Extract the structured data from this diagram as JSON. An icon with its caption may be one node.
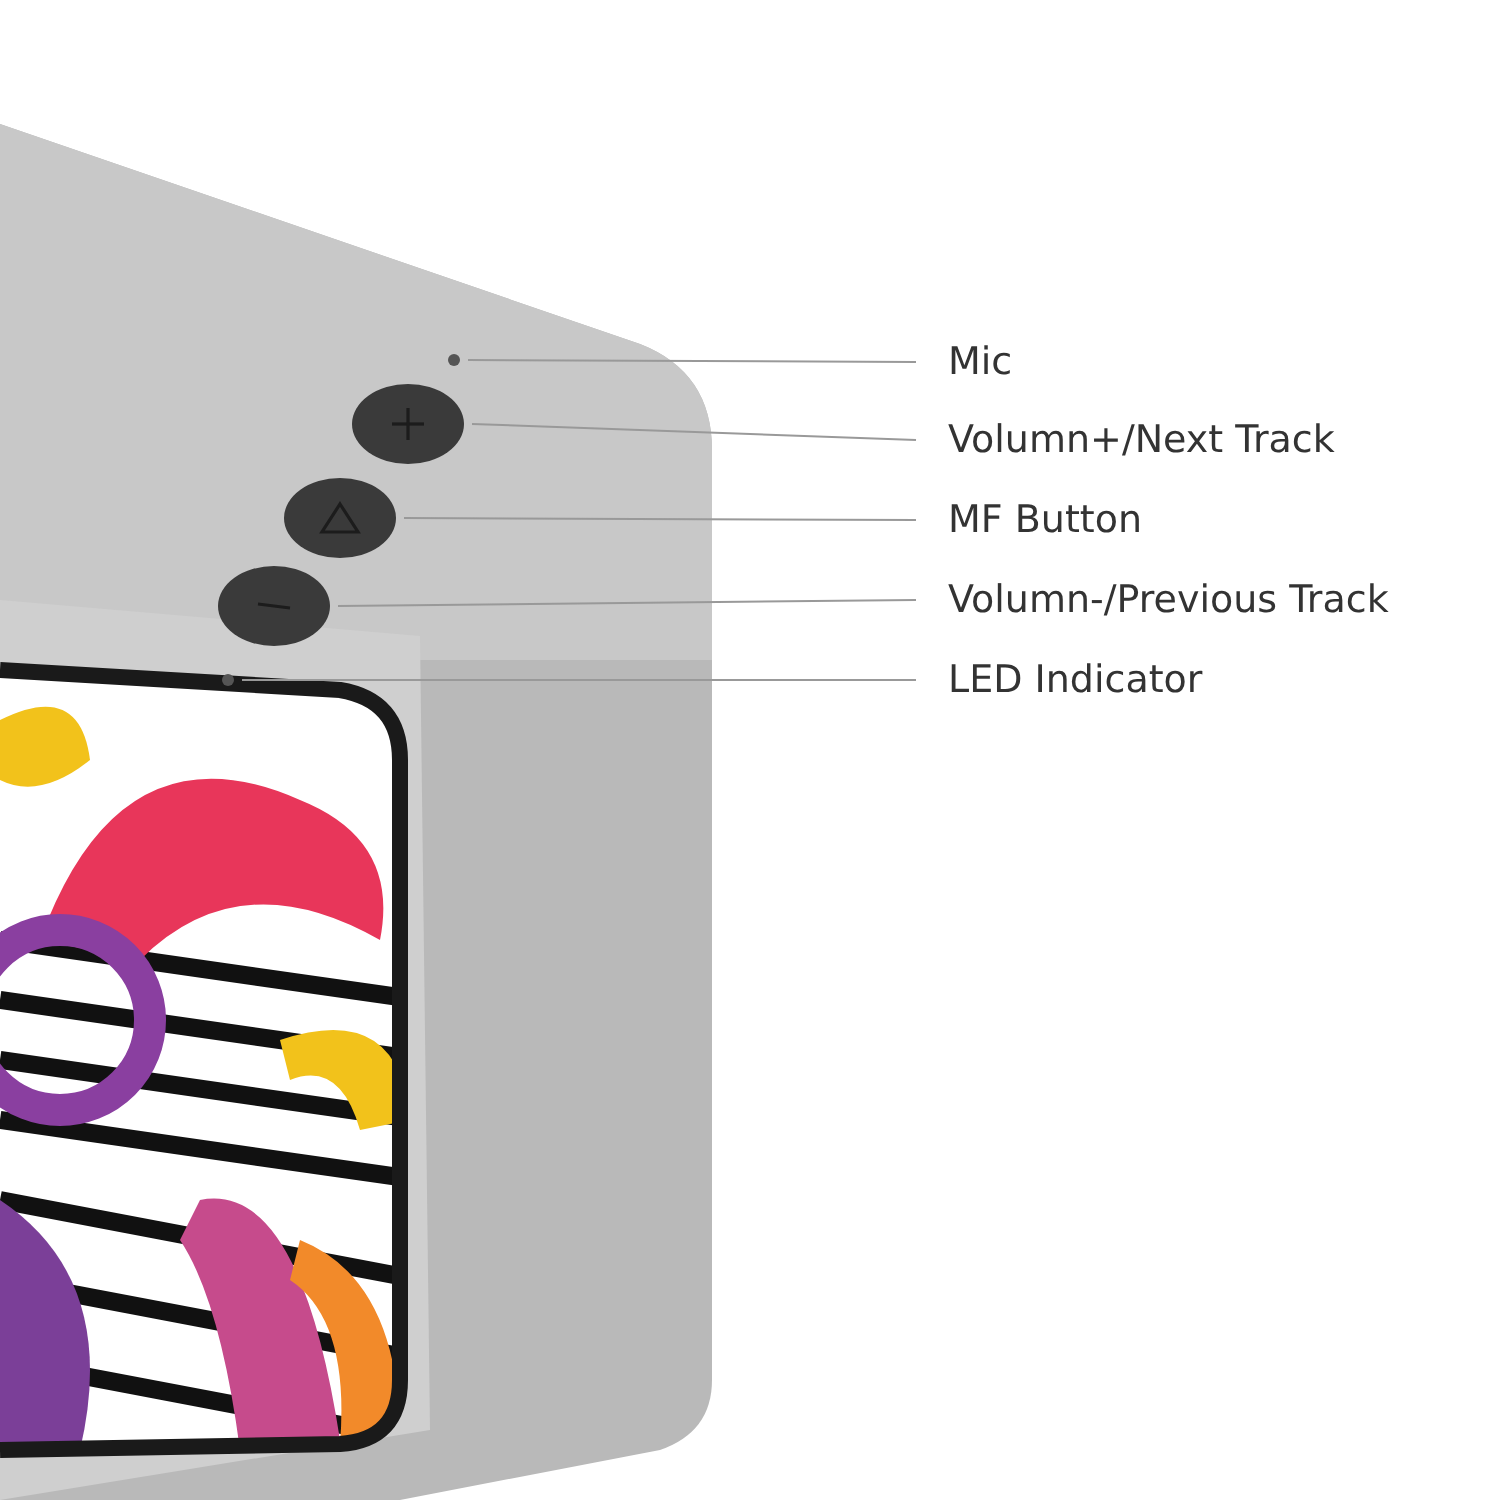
{
  "diagram": {
    "nodes": [
      {
        "text": [
          "Mic"
        ]
      },
      {
        "text": [
          "Volumn+/Next Track"
        ]
      },
      {
        "text": [
          "MF Button"
        ]
      },
      {
        "text": [
          "Volumn-/Previous Track"
        ]
      },
      {
        "text": [
          "LED Indicator"
        ]
      },
      {
        "text": [],
        "shape": "circle"
      },
      {
        "text": [],
        "shape": "circle"
      },
      {
        "text": [],
        "shape": "circle"
      },
      {
        "text": [],
        "shape": "circle"
      },
      {
        "text": [],
        "shape": "circle"
      }
    ],
    "edges": [
      {
        "from": 0,
        "to": 5,
        "arrow": "none"
      },
      {
        "from": 1,
        "to": 6,
        "arrow": "none"
      },
      {
        "from": 2,
        "to": 7,
        "arrow": "none"
      },
      {
        "from": 3,
        "to": 8,
        "arrow": "none"
      },
      {
        "from": 4,
        "to": 9,
        "arrow": "none"
      }
    ]
  }
}
